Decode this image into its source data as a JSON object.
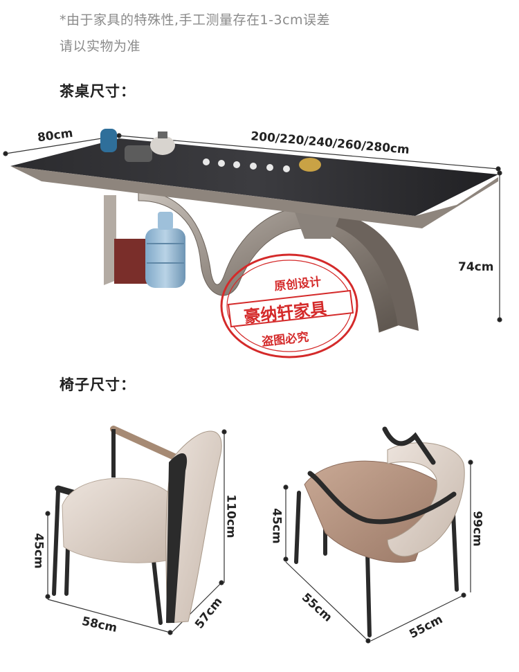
{
  "notes": {
    "line1": "*由于家具的特殊性,手工测量存在1-3cm误差",
    "line2": "请以实物为准"
  },
  "sections": {
    "table_title": "茶桌尺寸：",
    "chair_title": "椅子尺寸："
  },
  "table_dims": {
    "depth": "80cm",
    "length": "200/220/240/260/280cm",
    "height": "74cm"
  },
  "stamp": {
    "top": "原创设计",
    "middle": "豪纳轩家具",
    "bottom": "盗图必究",
    "color": "#d42a2a"
  },
  "chair1_dims": {
    "seat_height": "45cm",
    "total_height": "110cm",
    "width": "58cm",
    "depth": "57cm"
  },
  "chair2_dims": {
    "seat_height": "45cm",
    "total_height": "99cm",
    "width": "55cm",
    "depth": "55cm"
  }
}
